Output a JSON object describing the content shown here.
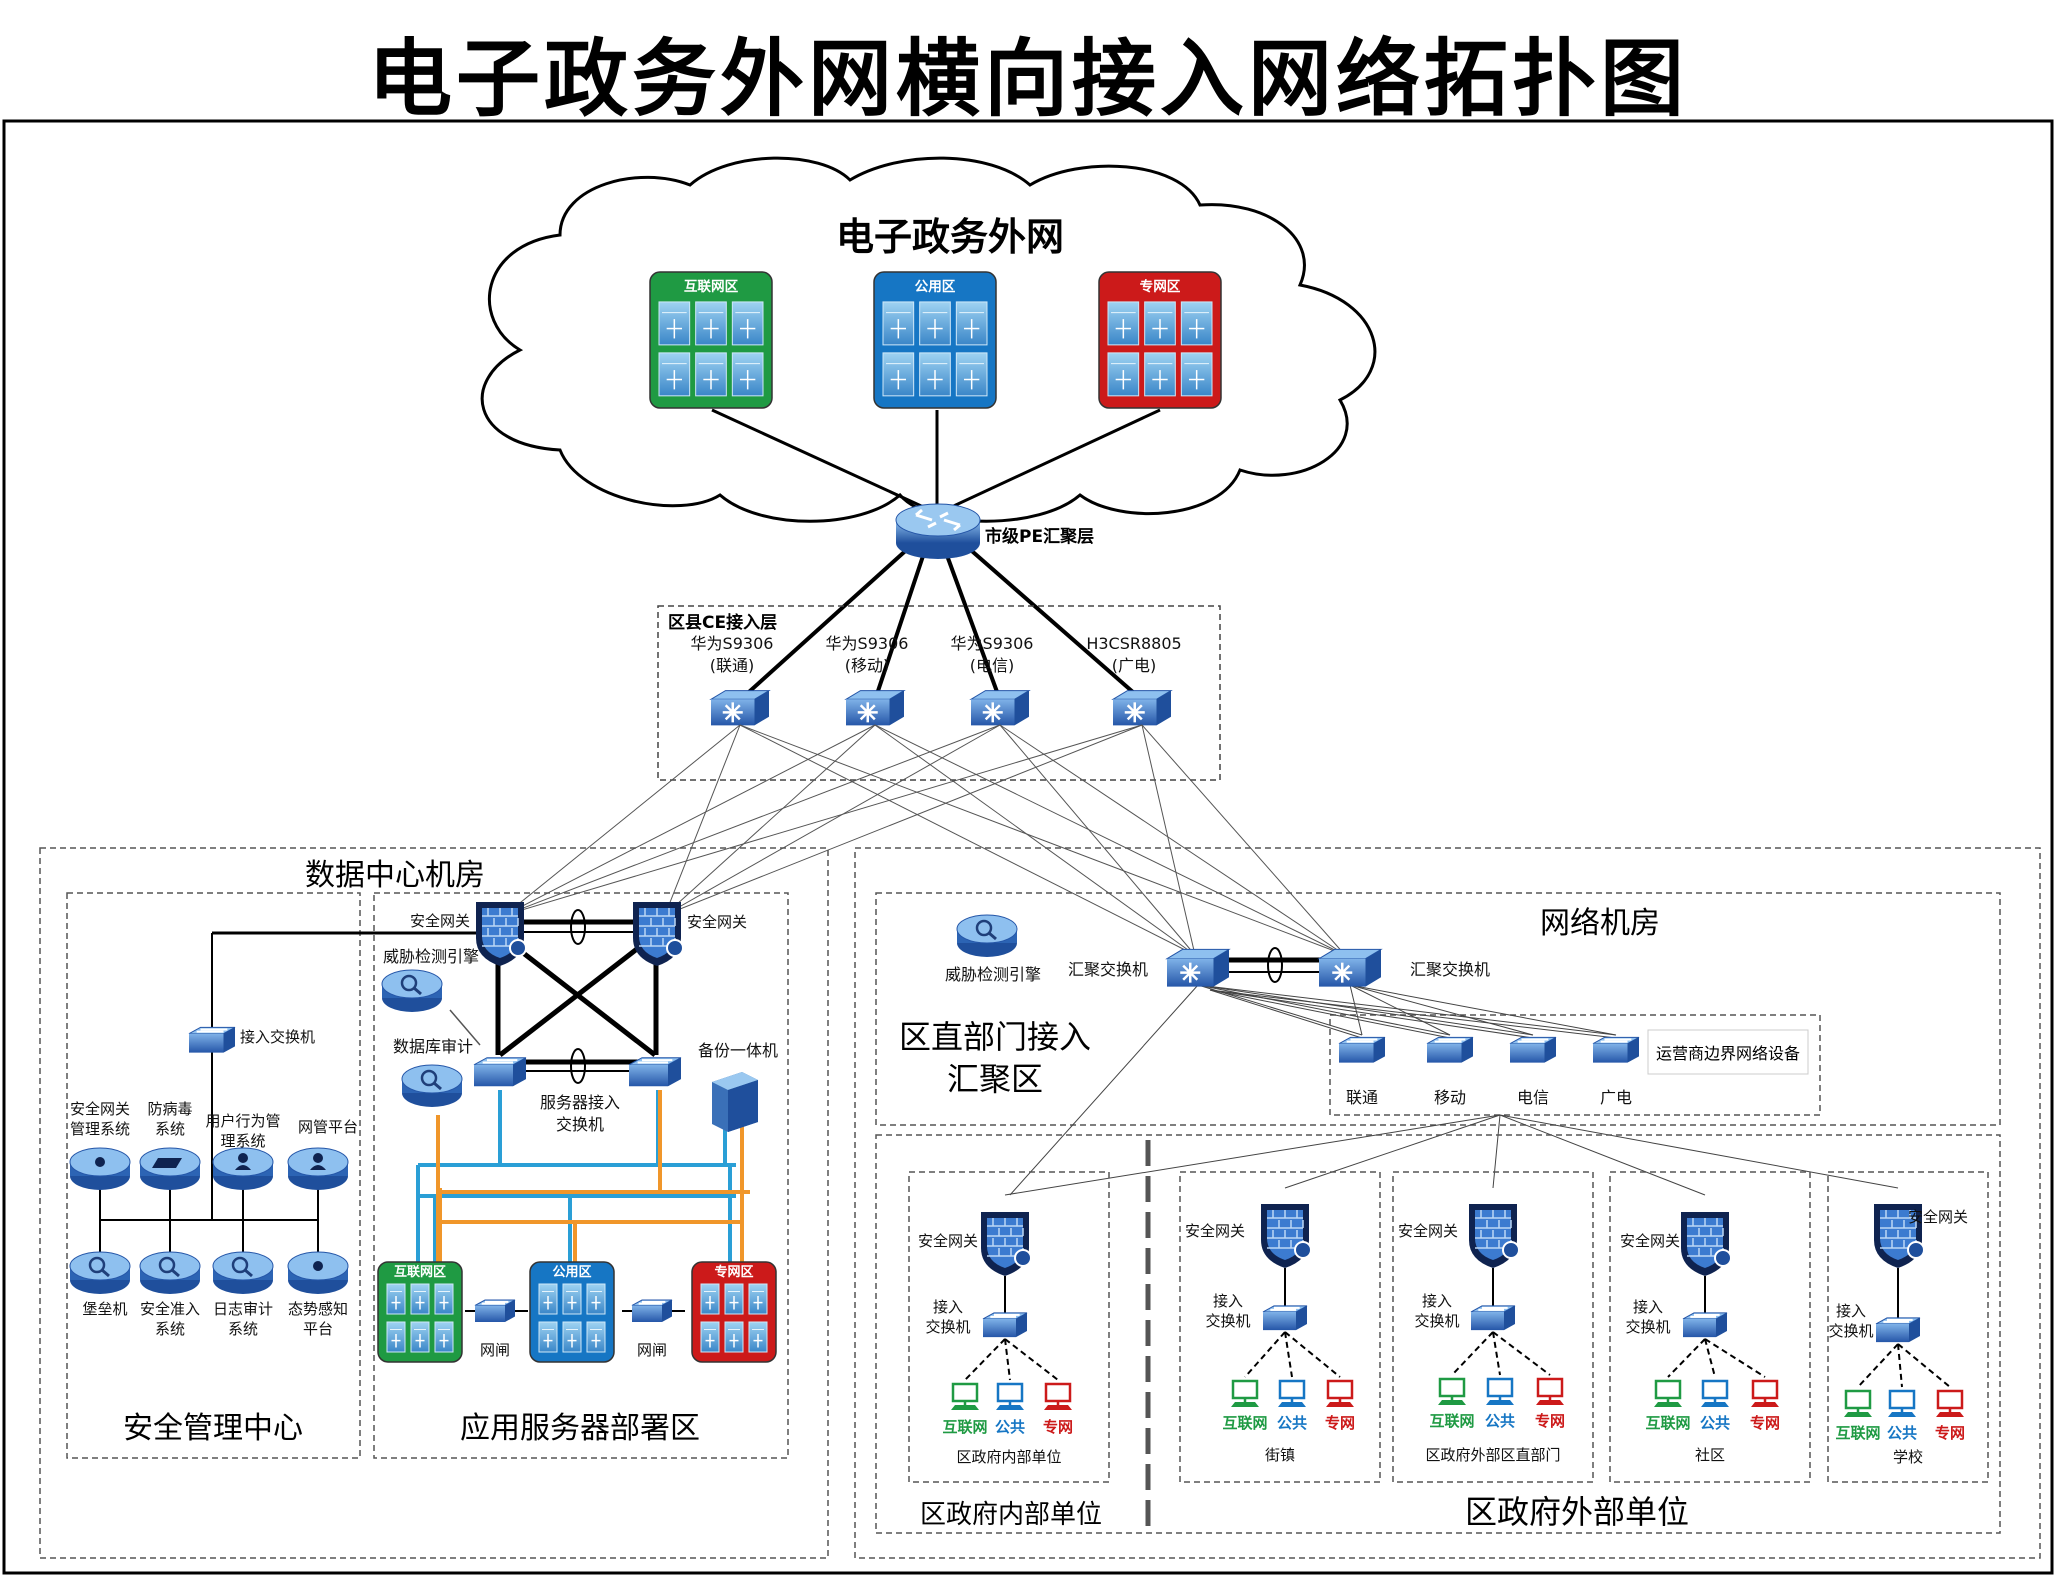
{
  "title": "电子政务外网横向接入网络拓扑图",
  "cloud": {
    "title": "电子政务外网",
    "zones": [
      {
        "label": "互联网区",
        "color": "#1f9a43"
      },
      {
        "label": "公用区",
        "color": "#1676c4"
      },
      {
        "label": "专网区",
        "color": "#cc1a1a"
      }
    ],
    "pe_label": "市级PE汇聚层"
  },
  "ce": {
    "title": "区县CE接入层",
    "switches": [
      {
        "name": "华为S9306",
        "sub": "(联通)"
      },
      {
        "name": "华为S9306",
        "sub": "(移动)"
      },
      {
        "name": "华为S9306",
        "sub": "(电信)"
      },
      {
        "name": "H3CSR8805",
        "sub": "(广电)"
      }
    ]
  },
  "dc": {
    "title": "数据中心机房",
    "security_center": {
      "title": "安全管理中心",
      "access_switch": "接入交换机",
      "top_devices": [
        "安全网关管理系统",
        "防病毒系统",
        "用户行为管理系统",
        "网管平台"
      ],
      "bottom_devices": [
        "堡垒机",
        "安全准入系统",
        "日志审计系统",
        "态势感知平台"
      ]
    },
    "app_zone": {
      "title": "应用服务器部署区",
      "gateway1": "安全网关",
      "gateway2": "安全网关",
      "threat": "威胁检测引擎",
      "db_audit": "数据库审计",
      "server_switch": "服务器接入交换机",
      "backup": "备份一体机",
      "zones": [
        "互联网区",
        "公用区",
        "专网区"
      ],
      "gap": "网闸"
    }
  },
  "district": {
    "network_room": "网络机房",
    "threat": "威胁检测引擎",
    "agg_switch": "汇聚交换机",
    "agg_area": "区直部门接入汇聚区",
    "carriers": [
      "联通",
      "移动",
      "电信",
      "广电"
    ],
    "carrier_label": "运营商边界网络设备",
    "inner_title": "区政府内部单位",
    "outer_title": "区政府外部单位",
    "gateway": "安全网关",
    "access_switch": "接入交换机",
    "pc_labels": [
      "互联网",
      "公共",
      "专网"
    ],
    "units": [
      "区政府内部单位",
      "街镇",
      "区政府外部区直部门",
      "社区",
      "学校"
    ]
  },
  "colors": {
    "green": "#1f9a43",
    "blue": "#1676c4",
    "red": "#cc1a1a",
    "orange": "#f0962a",
    "cyan": "#2a9fd6"
  }
}
